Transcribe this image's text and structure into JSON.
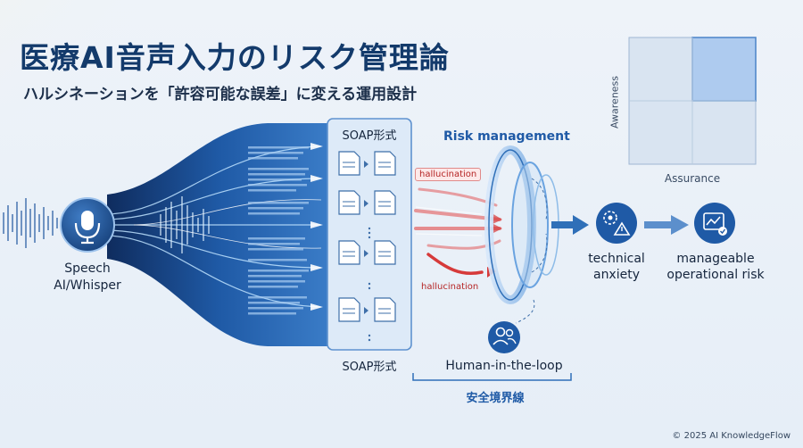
{
  "header": {
    "title": "医療AI音声入力のリスク管理論",
    "subtitle": "ハルシネーションを「許容可能な誤差」に変える運用設計"
  },
  "speech": {
    "label_line1": "Speech",
    "label_line2": "AI/Whisper"
  },
  "soap": {
    "top_label": "SOAP形式",
    "bottom_label": "SOAP形式"
  },
  "risk": {
    "title": "Risk management",
    "hallucination_top": "hallucination",
    "hallucination_bottom": "hallucination"
  },
  "hitl": {
    "label": "Human-in-the-loop",
    "boundary": "安全境界線"
  },
  "outcomes": {
    "technical": {
      "line1": "technical",
      "line2": "anxiety"
    },
    "operational": {
      "line1": "manageable",
      "line2": "operational risk"
    }
  },
  "matrix": {
    "y_label": "Awareness",
    "x_label": "Assurance"
  },
  "footer": {
    "copyright": "© 2025 AI KnowledgeFlow"
  },
  "colors": {
    "navy": "#133a6b",
    "blue": "#2f6fb8",
    "accent_red": "#d63a3a",
    "light": "#cfe0f3"
  }
}
